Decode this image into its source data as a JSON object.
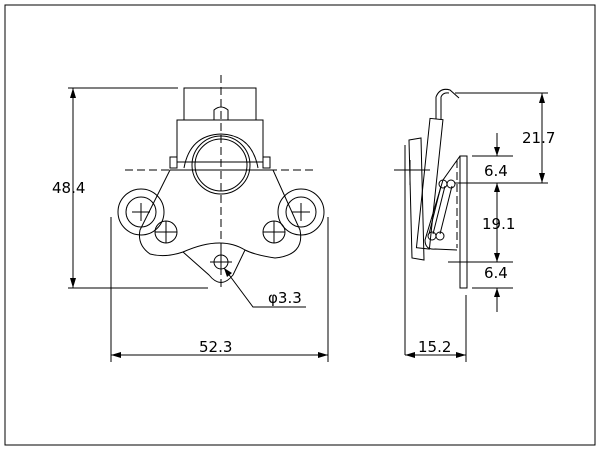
{
  "front_view": {
    "dim_height": "48.4",
    "dim_width": "52.3",
    "dim_hole": "φ3.3"
  },
  "side_view": {
    "dim_top": "21.7",
    "dim_upper_offset": "6.4",
    "dim_spring": "19.1",
    "dim_lower_offset": "6.4",
    "dim_depth": "15.2"
  }
}
